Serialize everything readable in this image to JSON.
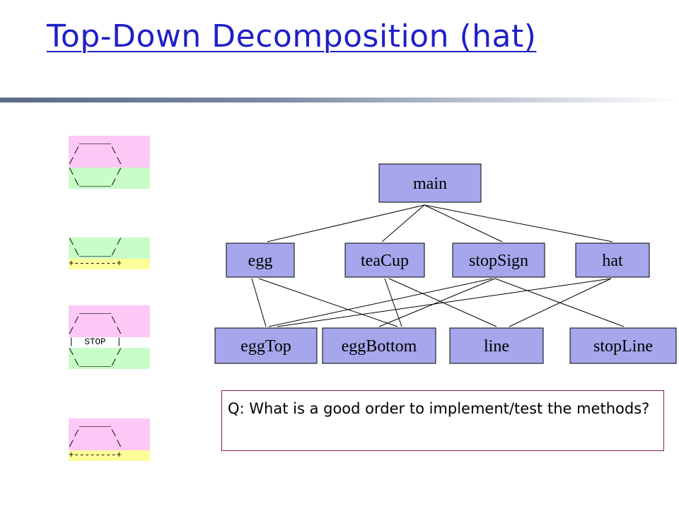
{
  "slide": {
    "title": "Top-Down Decomposition (hat)",
    "question": "Q: What is a good order to implement/test the methods?"
  },
  "colors": {
    "title": "#1f1fc8",
    "node_fill": "#a6a6ec",
    "pink": "#fdc8f5",
    "green": "#c8fdc8",
    "yellow": "#fdfd9a"
  },
  "ascii_figures": [
    {
      "lines": [
        {
          "text": "  ______",
          "color": "pink"
        },
        {
          "text": " /      \\",
          "color": "pink"
        },
        {
          "text": "/        \\",
          "color": "pink"
        },
        {
          "text": "\\        /",
          "color": "green"
        },
        {
          "text": " \\______/",
          "color": "green"
        }
      ]
    },
    {
      "lines": [
        {
          "text": "\\        /",
          "color": "green"
        },
        {
          "text": " \\______/",
          "color": "green"
        },
        {
          "text": "+--------+",
          "color": "yellow"
        }
      ]
    },
    {
      "lines": [
        {
          "text": "  ______",
          "color": "pink"
        },
        {
          "text": " /      \\",
          "color": "pink"
        },
        {
          "text": "/        \\",
          "color": "pink"
        },
        {
          "text": "|  STOP  |",
          "color": "white"
        },
        {
          "text": "\\        /",
          "color": "green"
        },
        {
          "text": " \\______/",
          "color": "green"
        }
      ]
    },
    {
      "lines": [
        {
          "text": "  ______",
          "color": "pink"
        },
        {
          "text": " /      \\",
          "color": "pink"
        },
        {
          "text": "/        \\",
          "color": "pink"
        },
        {
          "text": "+--------+",
          "color": "yellow"
        }
      ]
    }
  ],
  "tree": {
    "nodes": [
      {
        "id": "main",
        "label": "main",
        "level": 0
      },
      {
        "id": "egg",
        "label": "egg",
        "level": 1
      },
      {
        "id": "teaCup",
        "label": "teaCup",
        "level": 1
      },
      {
        "id": "stopSign",
        "label": "stopSign",
        "level": 1
      },
      {
        "id": "hat",
        "label": "hat",
        "level": 1
      },
      {
        "id": "eggTop",
        "label": "eggTop",
        "level": 2
      },
      {
        "id": "eggBottom",
        "label": "eggBottom",
        "level": 2
      },
      {
        "id": "line",
        "label": "line",
        "level": 2
      },
      {
        "id": "stopLine",
        "label": "stopLine",
        "level": 2
      }
    ],
    "edges": [
      [
        "main",
        "egg"
      ],
      [
        "main",
        "teaCup"
      ],
      [
        "main",
        "stopSign"
      ],
      [
        "main",
        "hat"
      ],
      [
        "egg",
        "eggTop"
      ],
      [
        "egg",
        "eggBottom"
      ],
      [
        "teaCup",
        "eggBottom"
      ],
      [
        "teaCup",
        "line"
      ],
      [
        "stopSign",
        "eggTop"
      ],
      [
        "stopSign",
        "eggBottom"
      ],
      [
        "stopSign",
        "stopLine"
      ],
      [
        "hat",
        "eggTop"
      ],
      [
        "hat",
        "line"
      ]
    ]
  }
}
